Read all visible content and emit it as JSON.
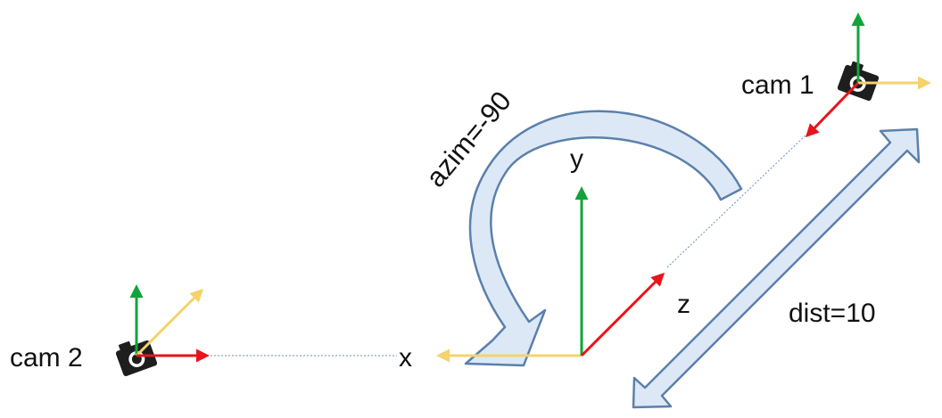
{
  "labels": {
    "cam1": "cam 1",
    "cam2": "cam 2",
    "azim": "azim=-90",
    "dist": "dist=10",
    "x": "x",
    "y": "y",
    "z": "z"
  },
  "colors": {
    "x_axis": "#f5d36b",
    "y_axis": "#12a33a",
    "z_axis": "#e8141b",
    "big_arrow_fill": "#dde8f6",
    "big_arrow_stroke": "#5b80ab",
    "dotted_line": "#6c8fbf",
    "camera_body": "#1e1e1e"
  },
  "icons": {
    "camera": "camera-icon"
  }
}
